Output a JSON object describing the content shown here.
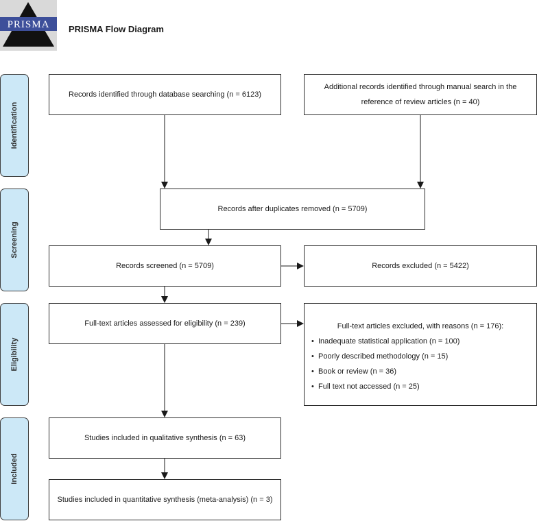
{
  "header": {
    "logo_text": "PRISMA",
    "title": "PRISMA Flow Diagram"
  },
  "phases": {
    "identification": "Identification",
    "screening": "Screening",
    "eligibility": "Eligibility",
    "included": "Included"
  },
  "boxes": {
    "database_search": "Records identified through database searching (n = 6123)",
    "manual_search": "Additional records identified through manual search in the reference of review articles (n = 40)",
    "duplicates_removed": "Records after duplicates removed (n = 5709)",
    "screened": "Records screened (n = 5709)",
    "excluded": "Records excluded (n = 5422)",
    "fulltext_assessed": "Full-text articles assessed for eligibility (n = 239)",
    "fulltext_excluded": {
      "heading": "Full-text articles excluded, with reasons (n = 176):",
      "reasons": [
        "Inadequate statistical application (n = 100)",
        "Poorly described methodology (n = 15)",
        "Book or review (n = 36)",
        "Full text not accessed (n = 25)"
      ]
    },
    "qualitative": "Studies included in qualitative synthesis (n = 63)",
    "quantitative": "Studies included in quantitative synthesis (meta-analysis) (n = 3)"
  }
}
